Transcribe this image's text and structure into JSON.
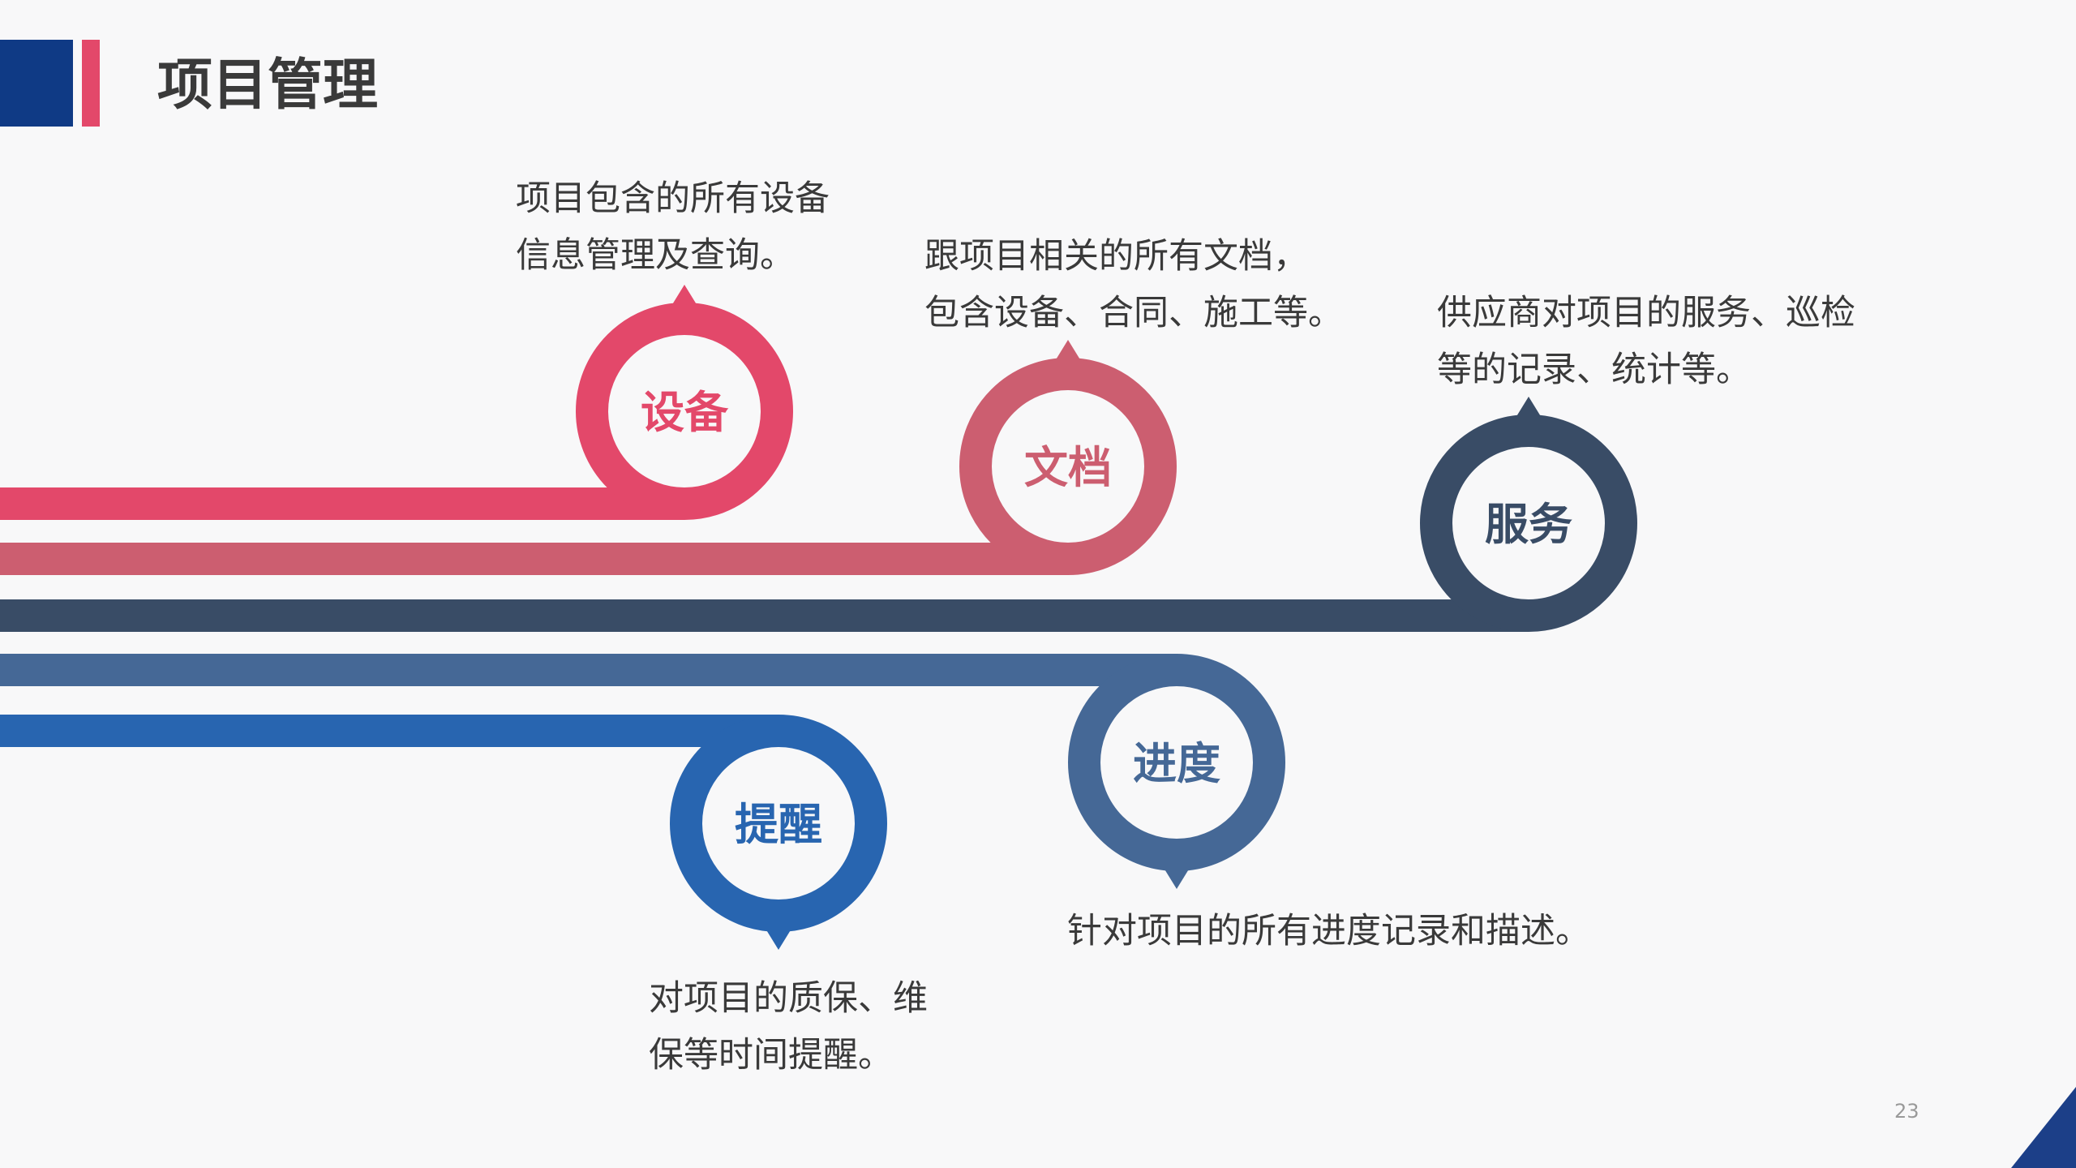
{
  "title": "项目管理",
  "page_number": "23",
  "colors": {
    "header_blue": "#0f3a85",
    "header_red": "#e3486a",
    "red": "#e3486a",
    "rose": "#cc5e70",
    "navy": "#394c66",
    "slate": "#456896",
    "blue": "#2865b0"
  },
  "nodes": [
    {
      "key": "equipment",
      "label": "设备",
      "color_key": "red",
      "desc_lines": [
        "项目包含的所有设备",
        "信息管理及查询。"
      ]
    },
    {
      "key": "documents",
      "label": "文档",
      "color_key": "rose",
      "desc_lines": [
        "跟项目相关的所有文档，",
        "包含设备、合同、施工等。"
      ]
    },
    {
      "key": "service",
      "label": "服务",
      "color_key": "navy",
      "desc_lines": [
        "供应商对项目的服务、巡检",
        "等的记录、统计等。"
      ]
    },
    {
      "key": "progress",
      "label": "进度",
      "color_key": "slate",
      "desc_lines": [
        "针对项目的所有进度记录和描述。"
      ]
    },
    {
      "key": "reminder",
      "label": "提醒",
      "color_key": "blue",
      "desc_lines": [
        "对项目的质保、维",
        "保等时间提醒。"
      ]
    }
  ]
}
